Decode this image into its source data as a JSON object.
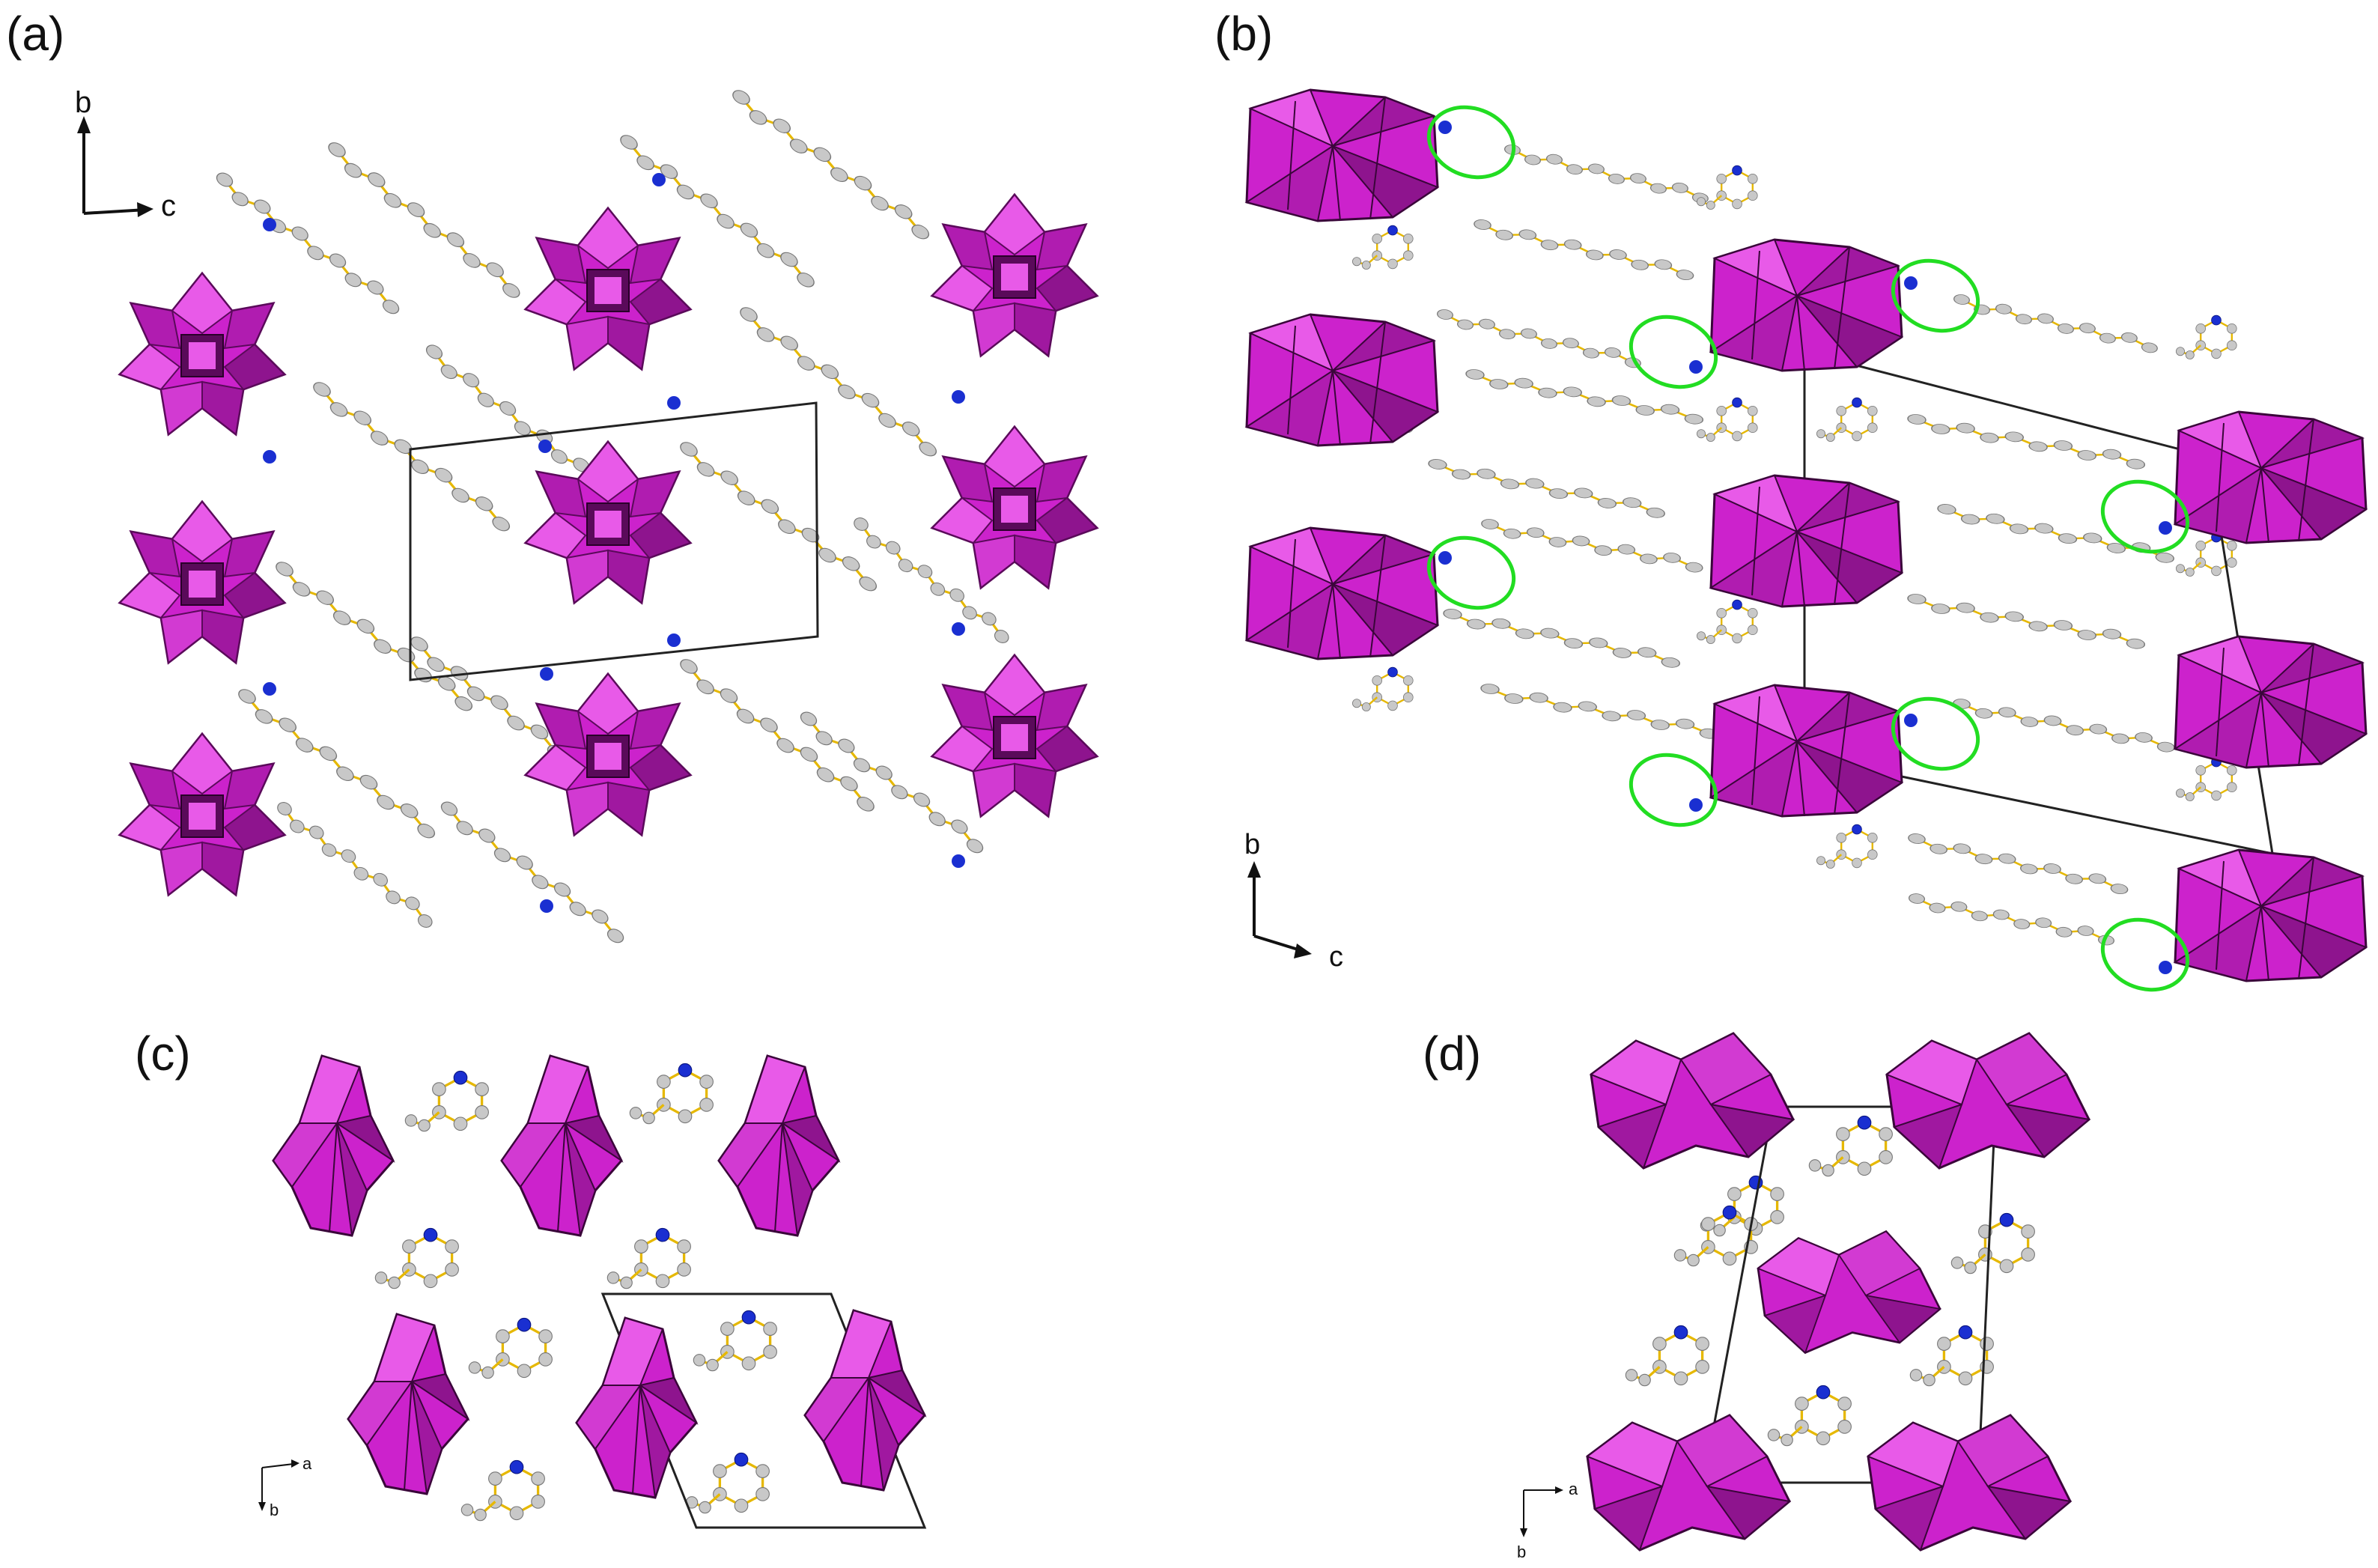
{
  "panels": {
    "a": {
      "label": "(a)",
      "axis_x": "c",
      "axis_y": "b"
    },
    "b": {
      "label": "(b)",
      "axis_x": "c",
      "axis_y": "b"
    },
    "c": {
      "label": "(c)",
      "axis_x": "a",
      "axis_y": "b"
    },
    "d": {
      "label": "(d)",
      "axis_x": "a",
      "axis_y": "b"
    }
  },
  "colors": {
    "polyhedron": "#cc22cc",
    "polyhedron_dark": "#8e148e",
    "polyhedron_light": "#e85ae8",
    "carbon": "#c8c8c8",
    "nitrogen": "#1a2fd1",
    "bond": "#e6b800",
    "highlight_ring": "#22dd22",
    "cell": "#222222"
  },
  "icons": [
    "polyoxometalate-cluster",
    "alkyl-chain",
    "unit-cell",
    "axis-arrows",
    "highlight-ellipse"
  ]
}
